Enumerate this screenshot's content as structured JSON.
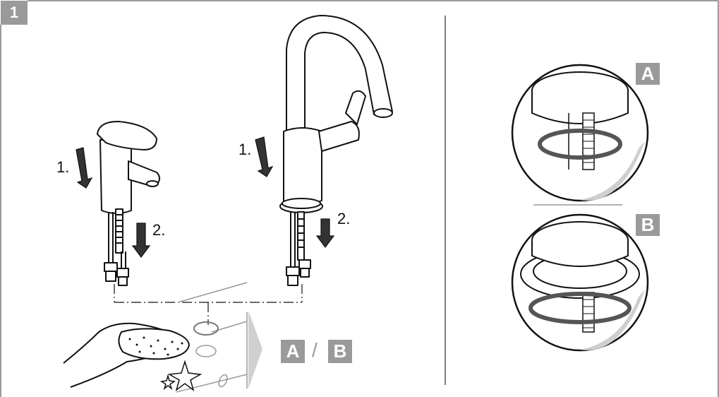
{
  "step_number": "1",
  "option_a": "A",
  "option_b": "B",
  "separator": "/",
  "steps": {
    "first": "1.",
    "second": "2."
  },
  "colors": {
    "frame": "#9a9a9a",
    "badge": "#9a9a9a",
    "line": "#111111",
    "gasket": "#555555"
  },
  "icons": [
    "hand-icon",
    "sponge-icon",
    "sparkle-icon",
    "arrow-down-icon",
    "next-chevron-icon"
  ]
}
